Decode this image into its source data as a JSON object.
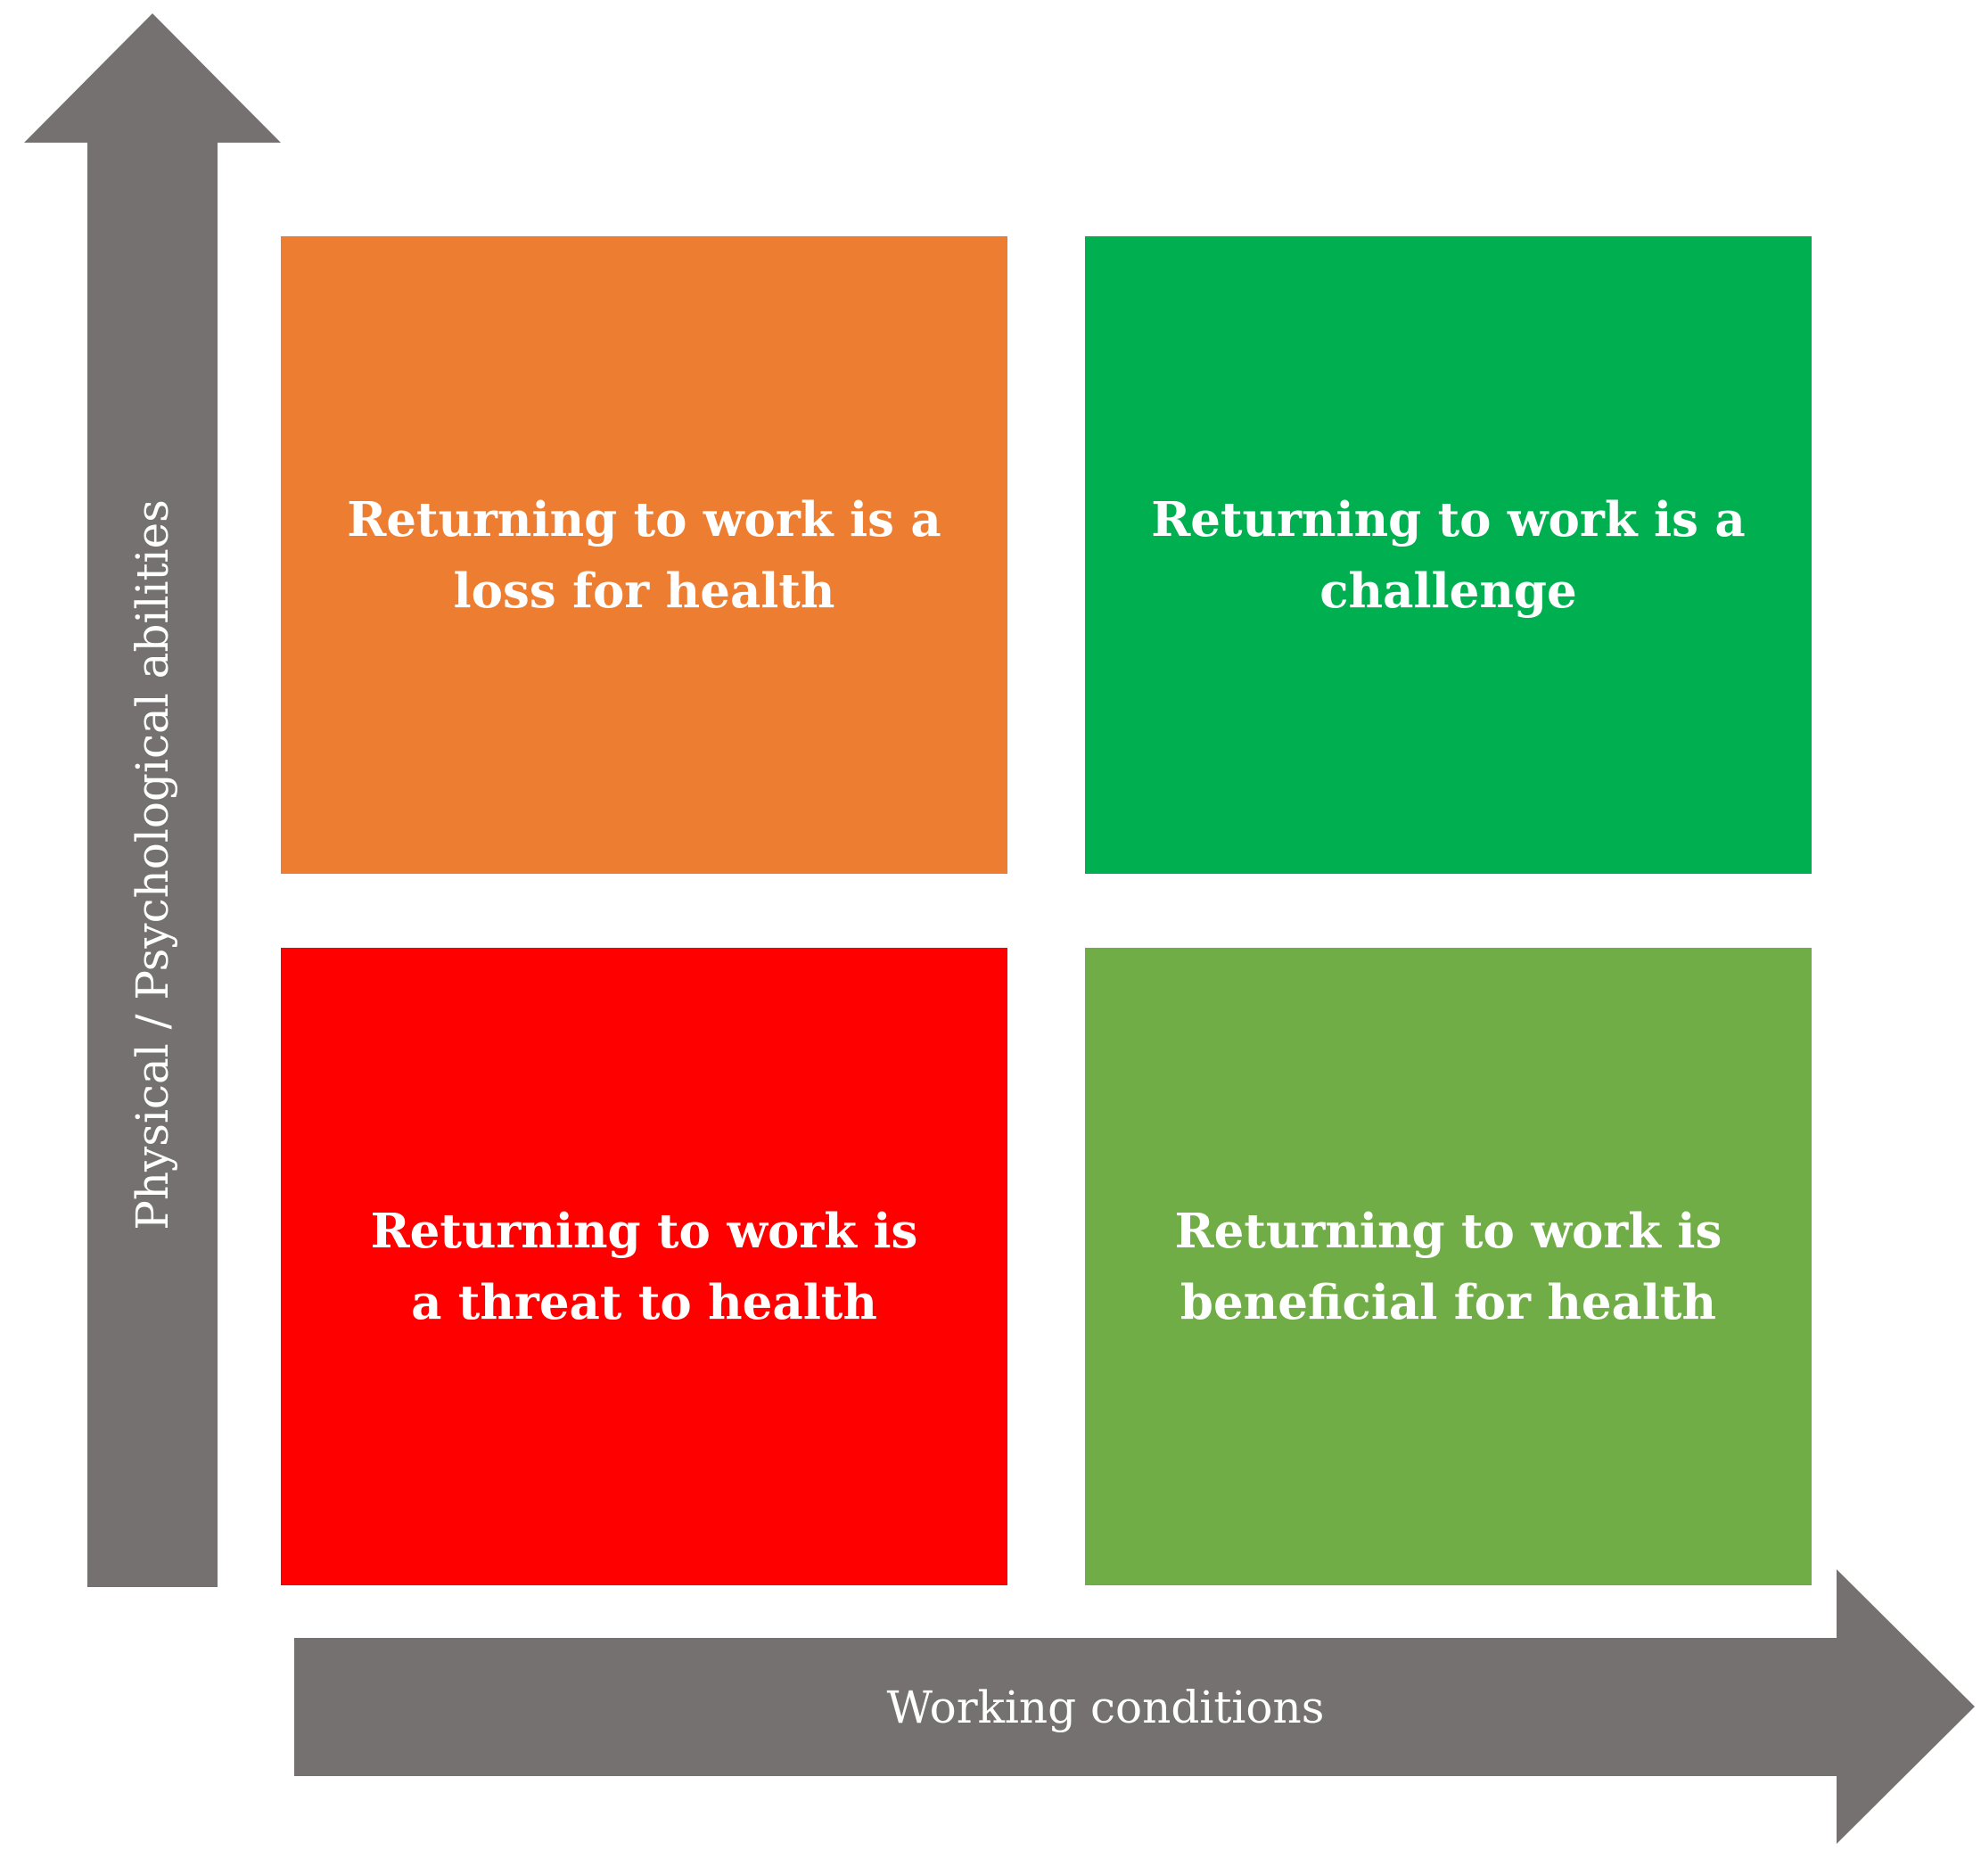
{
  "axes": {
    "y_label": "Physical / Psychological abilities",
    "x_label": "Working conditions",
    "arrow_color": "#767171"
  },
  "quadrants": {
    "top_left": {
      "text": "Returning to work is a loss for health",
      "color": "#ED7D31"
    },
    "top_right": {
      "text": "Returning to work is a challenge",
      "color": "#00B050"
    },
    "bottom_left": {
      "text": "Returning to work is a threat to health",
      "color": "#FF0000"
    },
    "bottom_right": {
      "text": "Returning to work is beneficial for health",
      "color": "#70AD47"
    }
  }
}
